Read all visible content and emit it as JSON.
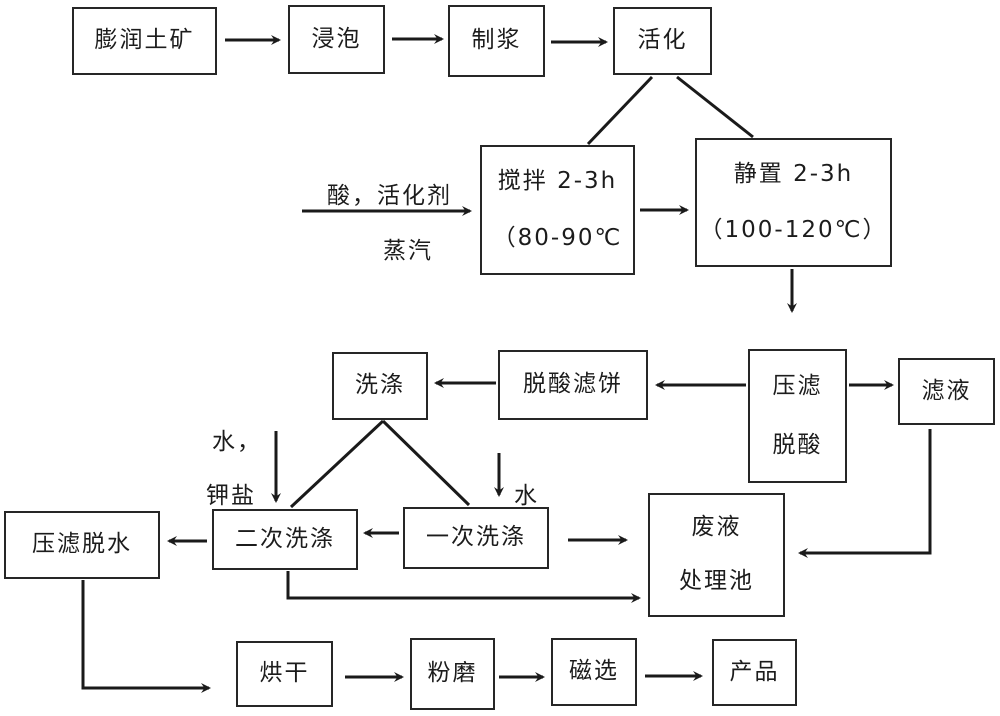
{
  "nodes": {
    "ore": {
      "label": "膨润土矿"
    },
    "soak": {
      "label": "浸泡"
    },
    "pulp": {
      "label": "制浆"
    },
    "activate": {
      "label": "活化"
    },
    "stir": {
      "line1": "搅拌 2-3h",
      "line2": "（80-90℃"
    },
    "settle": {
      "line1": "静置 2-3h",
      "line2": "（100-120℃）"
    },
    "wash": {
      "label": "洗涤"
    },
    "deacid_cake": {
      "label": "脱酸滤饼"
    },
    "press_deacid": {
      "line1": "压滤",
      "line2": "脱酸"
    },
    "filtrate": {
      "label": "滤液"
    },
    "press_dewater": {
      "label": "压滤脱水"
    },
    "second_wash": {
      "label": "二次洗涤"
    },
    "first_wash": {
      "label": "一次洗涤"
    },
    "waste_pool": {
      "line1": "废液",
      "line2": "处理池"
    },
    "dry": {
      "label": "烘干"
    },
    "grind": {
      "label": "粉磨"
    },
    "magnetic": {
      "label": "磁选"
    },
    "product": {
      "label": "产品"
    }
  },
  "labels": {
    "acid_activator": "酸，活化剂",
    "steam": "蒸汽",
    "water_comma": "水，",
    "potassium_salt": "钾盐",
    "water": "水"
  },
  "colors": {
    "line": "#1a1a1a",
    "box_border": "#262626",
    "background": "#ffffff",
    "text": "#1c1c1c"
  }
}
